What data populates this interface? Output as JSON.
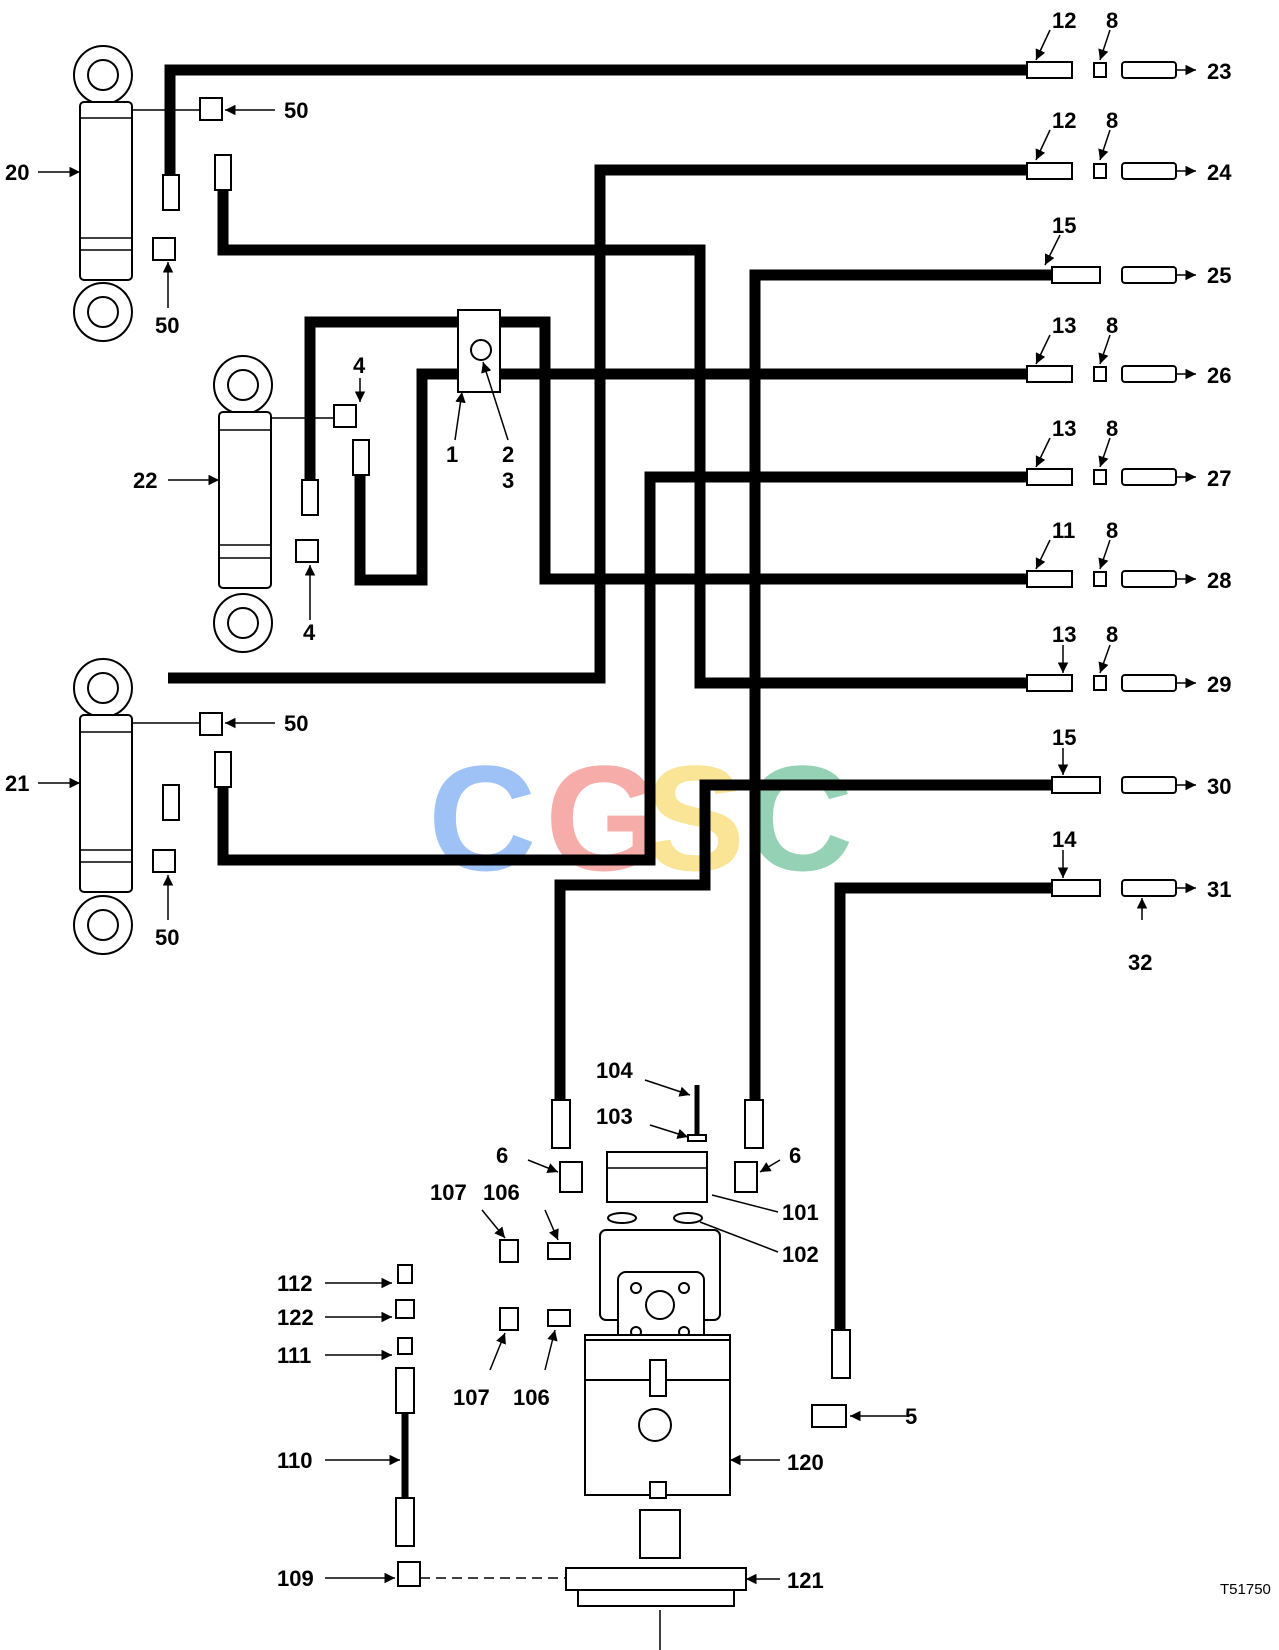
{
  "diagram": {
    "reference_code": "T51750",
    "watermark": {
      "letters": [
        {
          "char": "C",
          "color": "#4f8ff0"
        },
        {
          "char": "G",
          "color": "#f06b63"
        },
        {
          "char": "S",
          "color": "#f5d03f"
        },
        {
          "char": "C",
          "color": "#3fae7a"
        }
      ]
    },
    "labels": {
      "n1": "1",
      "n2": "2",
      "n3": "3",
      "n4a": "4",
      "n4b": "4",
      "n5": "5",
      "n6a": "6",
      "n6b": "6",
      "n8a": "8",
      "n8b": "8",
      "n8c": "8",
      "n8d": "8",
      "n8e": "8",
      "n8f": "8",
      "n11": "11",
      "n12a": "12",
      "n12b": "12",
      "n13a": "13",
      "n13b": "13",
      "n13c": "13",
      "n14": "14",
      "n15a": "15",
      "n15b": "15",
      "n20": "20",
      "n21": "21",
      "n22": "22",
      "n23": "23",
      "n24": "24",
      "n25": "25",
      "n26": "26",
      "n27": "27",
      "n28": "28",
      "n29": "29",
      "n30": "30",
      "n31": "31",
      "n32": "32",
      "n50a": "50",
      "n50b": "50",
      "n50c": "50",
      "n50d": "50",
      "n101": "101",
      "n102": "102",
      "n103": "103",
      "n104": "104",
      "n106a": "106",
      "n106b": "106",
      "n107a": "107",
      "n107b": "107",
      "n109": "109",
      "n110": "110",
      "n111": "111",
      "n112": "112",
      "n120": "120",
      "n121": "121",
      "n122": "122"
    }
  }
}
